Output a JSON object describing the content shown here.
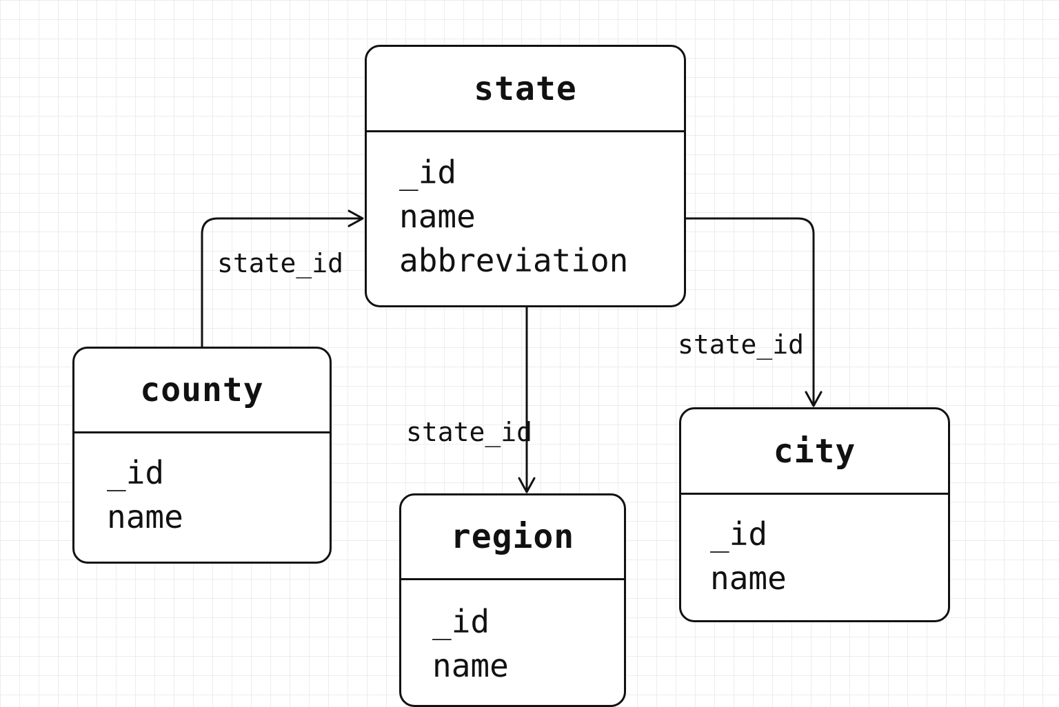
{
  "entities": {
    "state": {
      "title": "state",
      "fields": [
        "_id",
        "name",
        "abbreviation"
      ]
    },
    "county": {
      "title": "county",
      "fields": [
        "_id",
        "name"
      ]
    },
    "region": {
      "title": "region",
      "fields": [
        "_id",
        "name"
      ]
    },
    "city": {
      "title": "city",
      "fields": [
        "_id",
        "name"
      ]
    }
  },
  "relationships": [
    {
      "from": "county",
      "to": "state",
      "label": "state_id"
    },
    {
      "from": "state",
      "to": "region",
      "label": "state_id"
    },
    {
      "from": "state",
      "to": "city",
      "label": "state_id"
    }
  ]
}
